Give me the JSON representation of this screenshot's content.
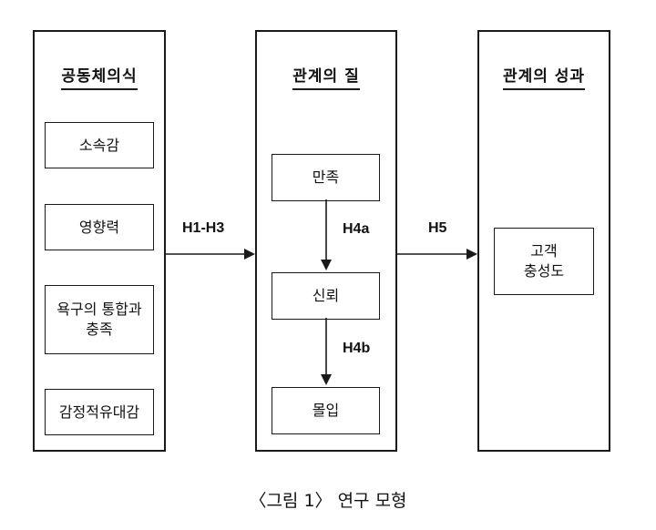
{
  "columns": {
    "left": {
      "title": "공동체의식",
      "items": [
        "소속감",
        "영향력",
        "욕구의 통합과\n충족",
        "감정적유대감"
      ]
    },
    "middle": {
      "title": "관계의 질",
      "items": [
        "만족",
        "신뢰",
        "몰입"
      ]
    },
    "right": {
      "title": "관계의 성과",
      "items": [
        "고객\n충성도"
      ]
    }
  },
  "links": {
    "h1_h3": "H1-H3",
    "h4a": "H4a",
    "h4b": "H4b",
    "h5": "H5"
  },
  "caption": "〈그림 1〉 연구 모형"
}
